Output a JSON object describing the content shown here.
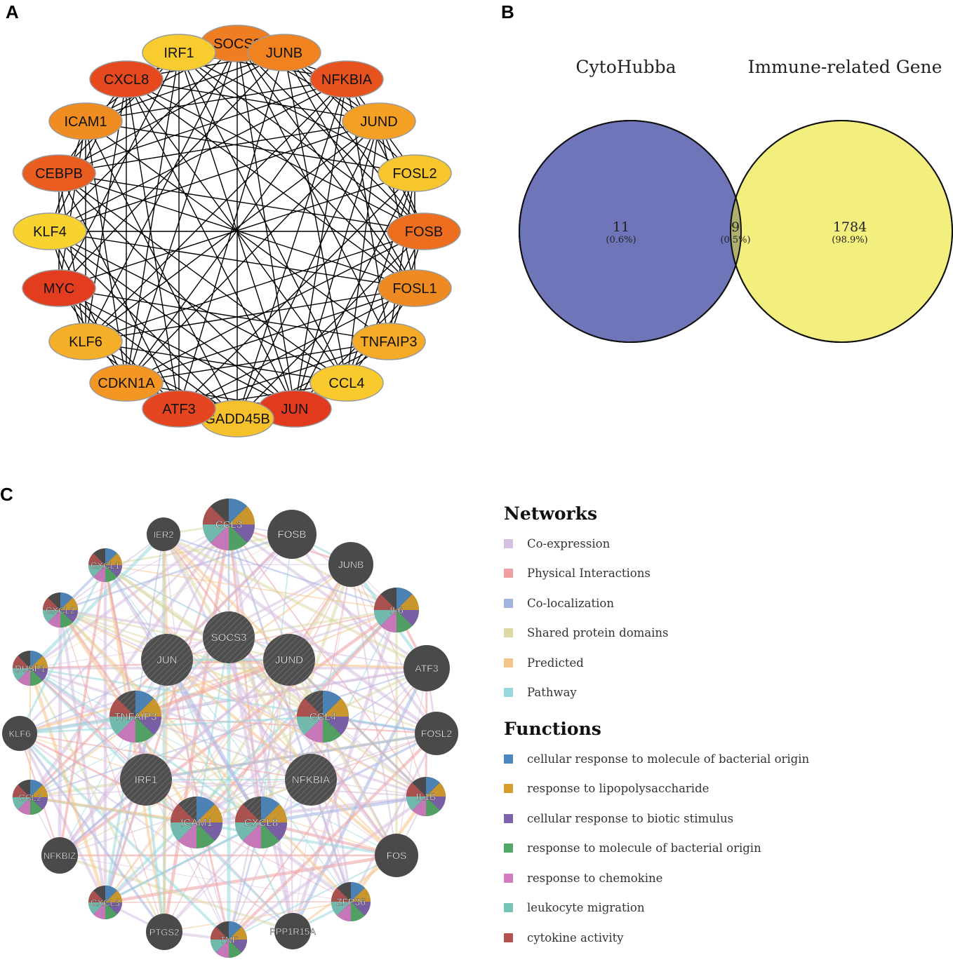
{
  "panels": {
    "a": "A",
    "b": "B",
    "c": "C"
  },
  "panel_a": {
    "nodes": [
      {
        "label": "SOCS3",
        "color": "#ef7d22"
      },
      {
        "label": "JUNB",
        "color": "#f0821f"
      },
      {
        "label": "NFKBIA",
        "color": "#e8521f"
      },
      {
        "label": "JUND",
        "color": "#f4a025"
      },
      {
        "label": "FOSL2",
        "color": "#f7c52c"
      },
      {
        "label": "FOSB",
        "color": "#ee6e1f"
      },
      {
        "label": "FOSL1",
        "color": "#ef8a22"
      },
      {
        "label": "TNFAIP3",
        "color": "#f5aa28"
      },
      {
        "label": "CCL4",
        "color": "#f8ca2d"
      },
      {
        "label": "JUN",
        "color": "#e23a1e"
      },
      {
        "label": "GADD45B",
        "color": "#f7c12b"
      },
      {
        "label": "ATF3",
        "color": "#e6461f"
      },
      {
        "label": "CDKN1A",
        "color": "#f39623"
      },
      {
        "label": "KLF6",
        "color": "#f5ae27"
      },
      {
        "label": "MYC",
        "color": "#e33d1f"
      },
      {
        "label": "KLF4",
        "color": "#f8d22e"
      },
      {
        "label": "CEBPB",
        "color": "#ea5d20"
      },
      {
        "label": "ICAM1",
        "color": "#f08d22"
      },
      {
        "label": "CXCL8",
        "color": "#e7491f"
      },
      {
        "label": "IRF1",
        "color": "#f8cb2e"
      }
    ]
  },
  "panel_b": {
    "left_title": "CytoHubba",
    "right_title": "Immune-related Gene",
    "left_count": "11",
    "left_pct": "(0.6%)",
    "mid_count": "9",
    "mid_pct": "(0.5%)",
    "right_count": "1784",
    "right_pct": "(98.9%)",
    "left_color": "#6e75b8",
    "right_color": "#f2ef7f",
    "overlap_color": "#b0b06e"
  },
  "panel_c": {
    "nodes": [
      {
        "label": "CCL3",
        "pie": true
      },
      {
        "label": "FOSB",
        "pie": false
      },
      {
        "label": "JUNB",
        "pie": false
      },
      {
        "label": "IL6",
        "pie": true
      },
      {
        "label": "ATF3",
        "pie": false
      },
      {
        "label": "FOSL2",
        "pie": false
      },
      {
        "label": "IL1B",
        "pie": true
      },
      {
        "label": "FOS",
        "pie": false
      },
      {
        "label": "ZFP36",
        "pie": true
      },
      {
        "label": "PPP1R15A",
        "pie": false
      },
      {
        "label": "TNF",
        "pie": true
      },
      {
        "label": "PTGS2",
        "pie": false
      },
      {
        "label": "CXCL3",
        "pie": true
      },
      {
        "label": "NFKBIZ",
        "pie": false
      },
      {
        "label": "CCL2",
        "pie": true
      },
      {
        "label": "KLF6",
        "pie": false
      },
      {
        "label": "DUSP1",
        "pie": true
      },
      {
        "label": "CXCL2",
        "pie": true
      },
      {
        "label": "CXCL1",
        "pie": true
      },
      {
        "label": "IER2",
        "pie": false
      },
      {
        "label": "SOCS3",
        "pie": false
      },
      {
        "label": "JUN",
        "pie": false
      },
      {
        "label": "JUND",
        "pie": false
      },
      {
        "label": "TNFAIP3",
        "pie": true
      },
      {
        "label": "CCL4",
        "pie": true
      },
      {
        "label": "IRF1",
        "pie": false
      },
      {
        "label": "NFKBIA",
        "pie": false
      },
      {
        "label": "ICAM1",
        "pie": true
      },
      {
        "label": "CXCL8",
        "pie": true
      }
    ]
  },
  "legend": {
    "networks_title": "Networks",
    "networks": [
      {
        "label": "Co-expression",
        "color": "#d5bedf"
      },
      {
        "label": "Physical Interactions",
        "color": "#ef9f9f"
      },
      {
        "label": "Co-localization",
        "color": "#a2b4e0"
      },
      {
        "label": "Shared protein domains",
        "color": "#dcd9a7"
      },
      {
        "label": "Predicted",
        "color": "#f5c48b"
      },
      {
        "label": "Pathway",
        "color": "#98d8dc"
      }
    ],
    "functions_title": "Functions",
    "functions": [
      {
        "label": "cellular response to molecule of bacterial origin",
        "color": "#4d87bf"
      },
      {
        "label": "response to lipopolysaccharide",
        "color": "#d79d2a"
      },
      {
        "label": "cellular response to biotic stimulus",
        "color": "#7d62ad"
      },
      {
        "label": "response to molecule of bacterial origin",
        "color": "#52a965"
      },
      {
        "label": "response to chemokine",
        "color": "#d37cc4"
      },
      {
        "label": "leukocyte migration",
        "color": "#76c4b8"
      },
      {
        "label": "cytokine activity",
        "color": "#b4524f"
      }
    ]
  }
}
